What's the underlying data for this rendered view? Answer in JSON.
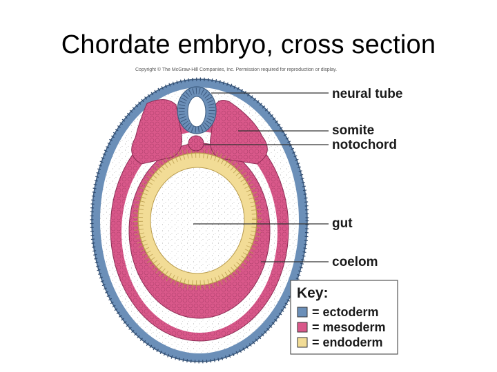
{
  "title": "Chordate embryo, cross section",
  "copyright": "Copyright © The McGraw-Hill Companies, Inc. Permission required for reproduction or display.",
  "labels": {
    "neural_tube": "neural tube",
    "somite": "somite",
    "notochord": "notochord",
    "gut": "gut",
    "coelom": "coelom"
  },
  "key": {
    "title": "Key:",
    "items": [
      {
        "text": "= ectoderm",
        "color": "#6b8fb8"
      },
      {
        "text": "= mesoderm",
        "color": "#d9588a"
      },
      {
        "text": "= endoderm",
        "color": "#f2dc96"
      }
    ]
  },
  "colors": {
    "ectoderm": "#6b8fb8",
    "mesoderm": "#d9588a",
    "endoderm": "#f2dc96"
  }
}
